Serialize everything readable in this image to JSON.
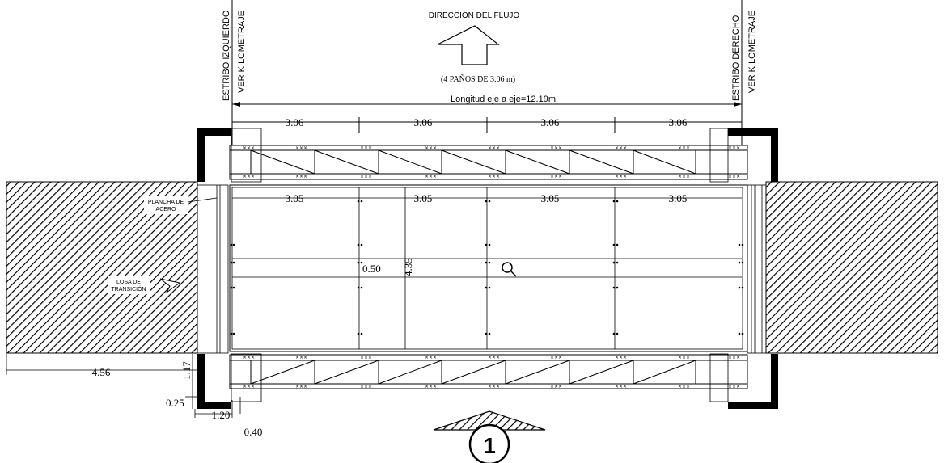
{
  "flow": {
    "title": "DIRECCIÓN DEL FLUJO",
    "spans_note": "(4 PAÑOS DE 3.06 m)"
  },
  "abutments": {
    "left_label": "ESTRIBO IZQUIERDO",
    "left_ref": "VER KILOMETRAJE",
    "right_label": "ESTRIBO DERECHO",
    "right_ref": "VER KILOMETRAJE"
  },
  "length_label": "Longitud   eje a eje=12.19m",
  "top_spans": [
    "3.06",
    "3.06",
    "3.06",
    "3.06"
  ],
  "deck_spans": [
    "3.05",
    "3.05",
    "3.05",
    "3.05"
  ],
  "deck_width": "4.35",
  "center_strip": "0.50",
  "labels": {
    "plancha_line1": "PLANCHA DE",
    "plancha_line2": "ACERO",
    "losa_line1": "LOSA DE",
    "losa_line2": "TRANSICIÓN"
  },
  "dims": {
    "approach": "4.56",
    "wall_height": "1.17",
    "footing": "0.25",
    "wall_width": "1.20",
    "extra": "0.40"
  },
  "section_marker": "1",
  "icons": {
    "flow_arrow": "arrow-up-outline-icon",
    "magnifier": "magnifier-icon"
  }
}
